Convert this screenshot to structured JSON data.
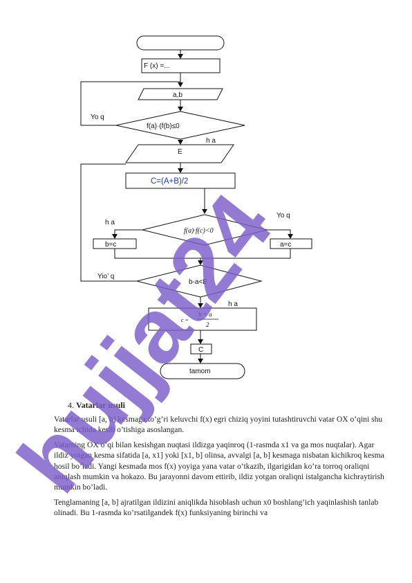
{
  "flowchart": {
    "func_box": "F (x) =...",
    "input_ab": "a,b",
    "cond1": "f(a)·(f(b)≤0",
    "cond1_no": "Yo   q",
    "cond1_yes": "h a",
    "input_e": "E",
    "mid_box": "C=(A+B)/2",
    "cond2": "f(a)·f(c)<0",
    "cond2_yes": "h a",
    "cond2_no": "Yo   q",
    "assign_b": "b=c",
    "assign_a": "a=c",
    "cond3": "b-a<E",
    "cond3_no": "Yio’   q",
    "cond3_yes": "h a",
    "formula_c": "c =",
    "formula_num": "b + a",
    "formula_den": "2",
    "output_c": "C",
    "end": "tamom"
  },
  "watermark": {
    "text": "hujjat24",
    "color": "#7b5ec9"
  },
  "section": {
    "number": "4.",
    "title": "Vatarlar usuli",
    "intro": "Vatarlar usuli [a, b] kesmaga to’g’ri keluvchi f(x) egri chiziq yoyini tutashtiruvchi vatar OX o’qini shu kesma ichida kesib o’tishiga asoslangan.",
    "para1": "Vatarning OX o’qi bilan kesishgan nuqtasi ildizga yaqinroq (1-rasmda x1 va  ga mos nuqtalar). Agar ildiz yotgan kesma sifatida [a, x1] yoki [x1, b] olinsa, avvalgi [a, b] kesmaga nisbatan kichikroq kesma hosil bo’ladi. Yangi kesmada mos f(x) yoyiga yana vatar o’tkazib, ilgarigidan ko’ra torroq oraliqni aniqlash mumkin va hokazo. Bu jarayonni davom ettirib, ildiz yotgan oraliqni istalgancha kichraytirish mumkin bo’ladi.",
    "para2": "Tenglamaning  [a, b] ajratilgan ildizini  aniqlikda hisoblash uchun x0 boshlang’ich yaqinlashish tanlab olinadi. Bu 1-rasmda ko’rsatilgandek f(x) funksiyaning birinchi va"
  }
}
